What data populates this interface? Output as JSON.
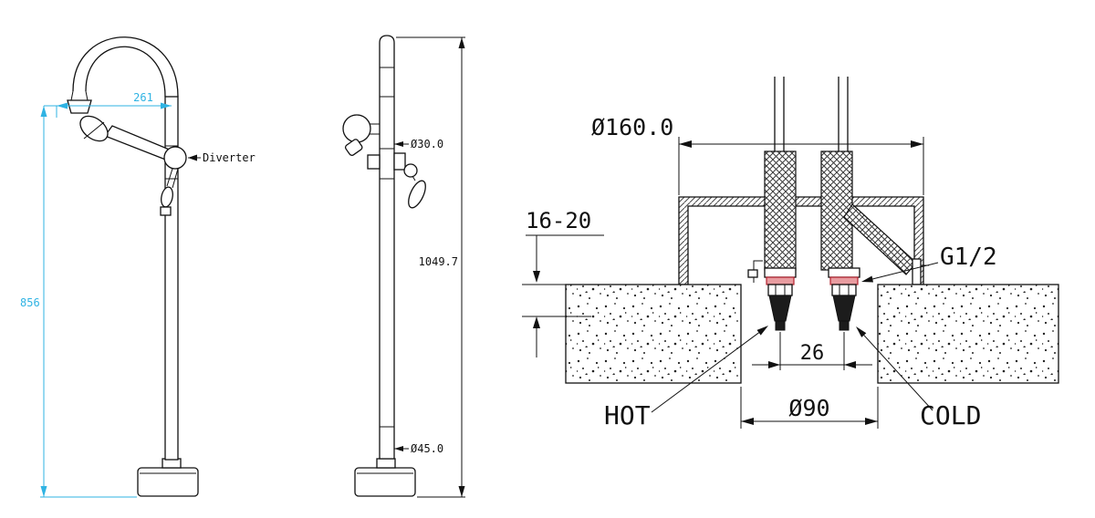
{
  "drawing": {
    "front_view": {
      "spout_reach": "261",
      "height": "856",
      "diverter_label": "Diverter"
    },
    "side_view": {
      "pipe_diameter": "Ø30.0",
      "overall_height": "1049.7",
      "base_pipe_diameter": "Ø45.0"
    },
    "installation_view": {
      "escutcheon_diameter": "Ø160.0",
      "floor_thickness_range": "16-20",
      "thread_size": "G1/2",
      "inlet_spacing": "26",
      "hole_diameter": "Ø90",
      "hot_label": "HOT",
      "cold_label": "COLD"
    },
    "colors": {
      "line": "#111111",
      "dimension_accent": "#2fb3e3",
      "seal_red": "#b2222e"
    }
  }
}
